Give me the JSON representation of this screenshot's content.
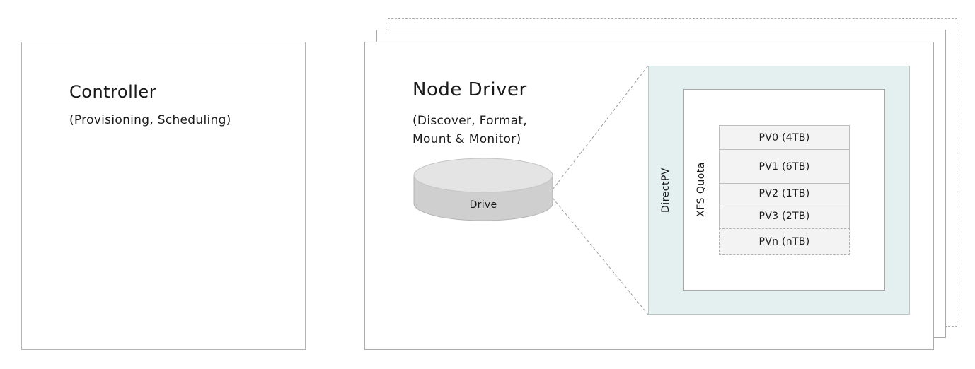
{
  "controller": {
    "title": "Controller",
    "subtitle": "(Provisioning, Scheduling)"
  },
  "node_driver": {
    "title": "Node Driver",
    "subtitle_line1": "(Discover, Format,",
    "subtitle_line2": "Mount & Monitor)",
    "drive_label": "Drive"
  },
  "directpv": {
    "label": "DirectPV",
    "fill_color": "#e3f0ef"
  },
  "xfs_quota": {
    "label": "XFS Quota"
  },
  "volumes": [
    {
      "label": "PV0 (4TB)",
      "dashed": false
    },
    {
      "label": "PV1 (6TB)",
      "dashed": false
    },
    {
      "label": "PV2 (1TB)",
      "dashed": false
    },
    {
      "label": "PV3 (2TB)",
      "dashed": false
    },
    {
      "label": "PVn (nTB)",
      "dashed": true
    }
  ]
}
